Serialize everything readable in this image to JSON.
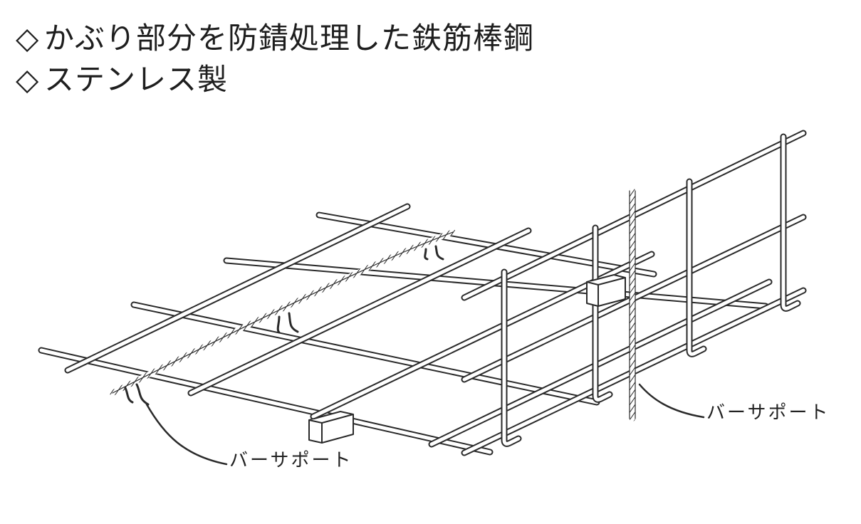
{
  "headings": [
    {
      "marker": "◇",
      "text": "かぶり部分を防錆処理した鉄筋棒鋼"
    },
    {
      "marker": "◇",
      "text": "ステンレス製"
    }
  ],
  "labels": {
    "left_support": "バーサポート",
    "right_support": "バーサポート"
  },
  "colors": {
    "line": "#2a2a2a",
    "background": "#ffffff"
  }
}
